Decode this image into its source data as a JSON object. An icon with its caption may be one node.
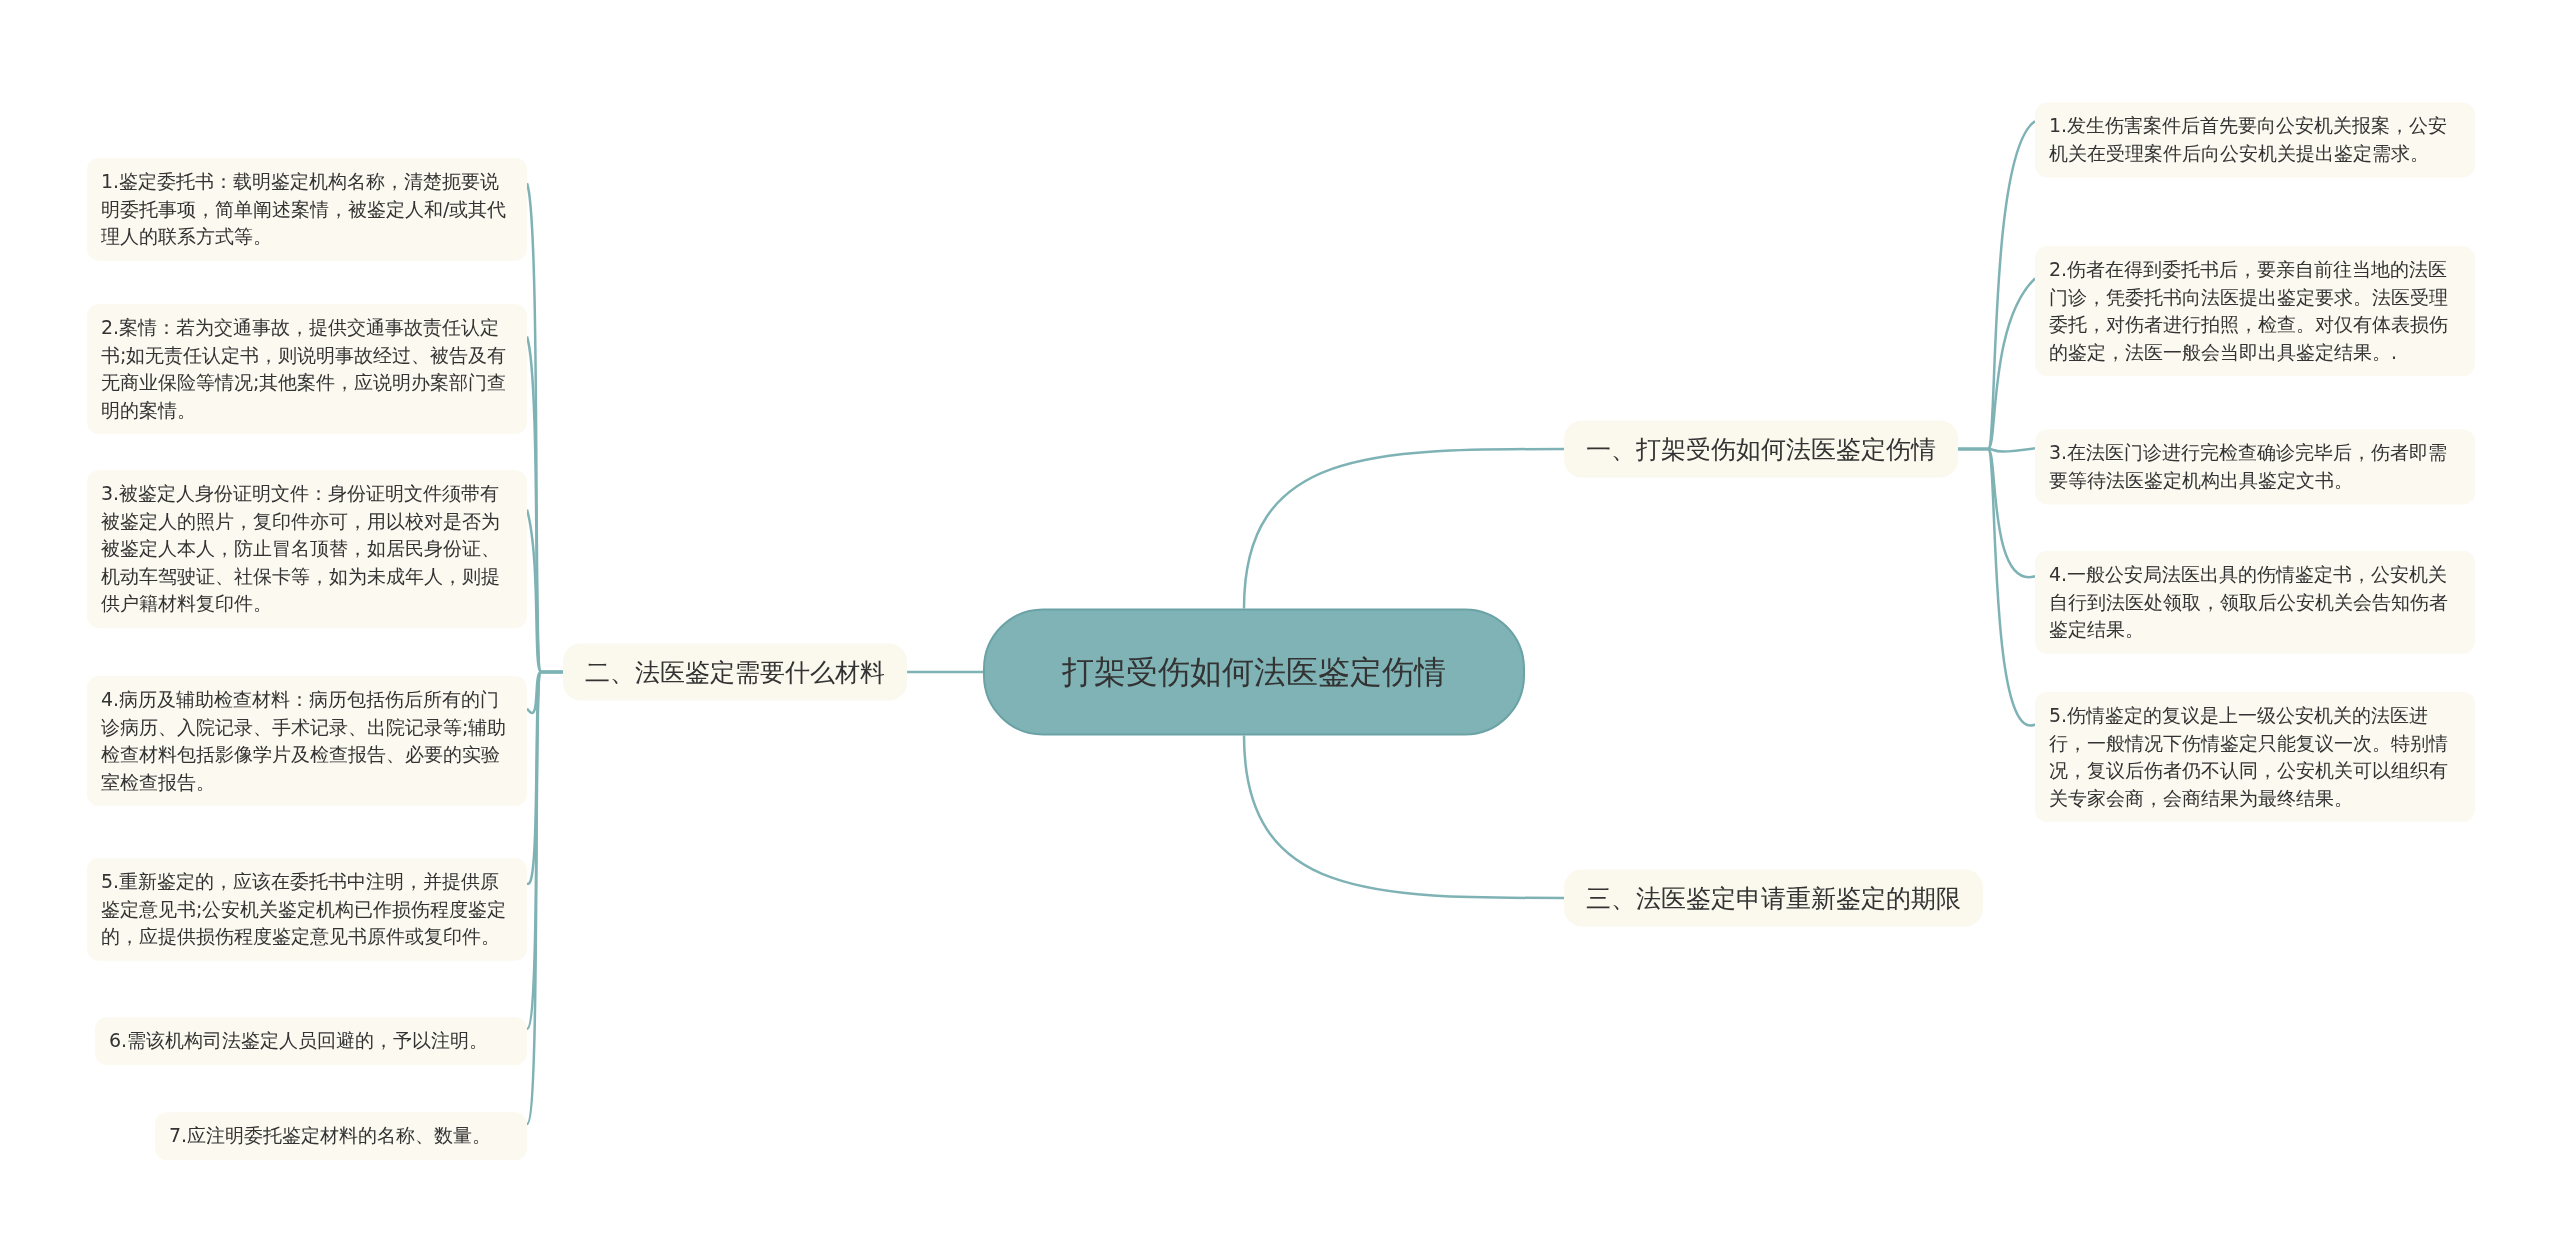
{
  "diagram": {
    "nodes": [
      {
        "text": [
          "打架受伤如何法医鉴定伤情"
        ]
      },
      {
        "text": [
          "一、打架受伤如何法医鉴定伤情"
        ]
      },
      {
        "text": [
          "1.发生伤害案件后首先要向公安机关报案，公安机关在受理案件后向公安机关提出鉴定需求。"
        ]
      },
      {
        "text": [
          "2.伤者在得到委托书后，要亲自前往当地的法医门诊，凭委托书向法医提出鉴定要求。法医受理委托，对伤者进行拍照，检查。对仅有体表损伤的鉴定，法医一般会当即出具鉴定结果。."
        ]
      },
      {
        "text": [
          "3.在法医门诊进行完检查确诊完毕后，伤者即需要等待法医鉴定机构出具鉴定文书。"
        ]
      },
      {
        "text": [
          "4.一般公安局法医出具的伤情鉴定书，公安机关自行到法医处领取，领取后公安机关会告知伤者鉴定结果。"
        ]
      },
      {
        "text": [
          "5.伤情鉴定的复议是上一级公安机关的法医进行，一般情况下伤情鉴定只能复议一次。特别情况，复议后伤者仍不认同，公安机关可以组织有关专家会商，会商结果为最终结果。"
        ]
      },
      {
        "text": [
          "二、法医鉴定需要什么材料"
        ]
      },
      {
        "text": [
          "1.鉴定委托书：载明鉴定机构名称，清楚扼要说明委托事项，简单阐述案情，被鉴定人和/或其代理人的联系方式等。"
        ]
      },
      {
        "text": [
          "2.案情：若为交通事故，提供交通事故责任认定书;如无责任认定书，则说明事故经过、被告及有无商业保险等情况;其他案件，应说明办案部门查明的案情。"
        ]
      },
      {
        "text": [
          "3.被鉴定人身份证明文件：身份证明文件须带有被鉴定人的照片，复印件亦可，用以校对是否为被鉴定人本人，防止冒名顶替，如居民身份证、机动车驾驶证、社保卡等，如为未成年人，则提供户籍材料复印件。"
        ]
      },
      {
        "text": [
          "4.病历及辅助检查材料：病历包括伤后所有的门诊病历、入院记录、手术记录、出院记录等;辅助检查材料包括影像学片及检查报告、必要的实验室检查报告。"
        ]
      },
      {
        "text": [
          "5.重新鉴定的，应该在委托书中注明，并提供原鉴定意见书;公安机关鉴定机构已作损伤程度鉴定的，应提供损伤程度鉴定意见书原件或复印件。"
        ]
      },
      {
        "text": [
          "6.需该机构司法鉴定人员回避的，予以注明。"
        ]
      },
      {
        "text": [
          "7.应注明委托鉴定材料的名称、数量。"
        ]
      },
      {
        "text": [
          "三、法医鉴定申请重新鉴定的期限"
        ]
      }
    ],
    "edges": [
      {
        "from": 0,
        "to": 1,
        "arrow": "none"
      },
      {
        "from": 1,
        "to": 2,
        "arrow": "none"
      },
      {
        "from": 1,
        "to": 3,
        "arrow": "none"
      },
      {
        "from": 1,
        "to": 4,
        "arrow": "none"
      },
      {
        "from": 1,
        "to": 5,
        "arrow": "none"
      },
      {
        "from": 1,
        "to": 6,
        "arrow": "none"
      },
      {
        "from": 0,
        "to": 7,
        "arrow": "none"
      },
      {
        "from": 7,
        "to": 8,
        "arrow": "none"
      },
      {
        "from": 7,
        "to": 9,
        "arrow": "none"
      },
      {
        "from": 7,
        "to": 10,
        "arrow": "none"
      },
      {
        "from": 7,
        "to": 11,
        "arrow": "none"
      },
      {
        "from": 7,
        "to": 12,
        "arrow": "none"
      },
      {
        "from": 7,
        "to": 13,
        "arrow": "none"
      },
      {
        "from": 7,
        "to": 14,
        "arrow": "none"
      },
      {
        "from": 0,
        "to": 15,
        "arrow": "none"
      }
    ]
  }
}
